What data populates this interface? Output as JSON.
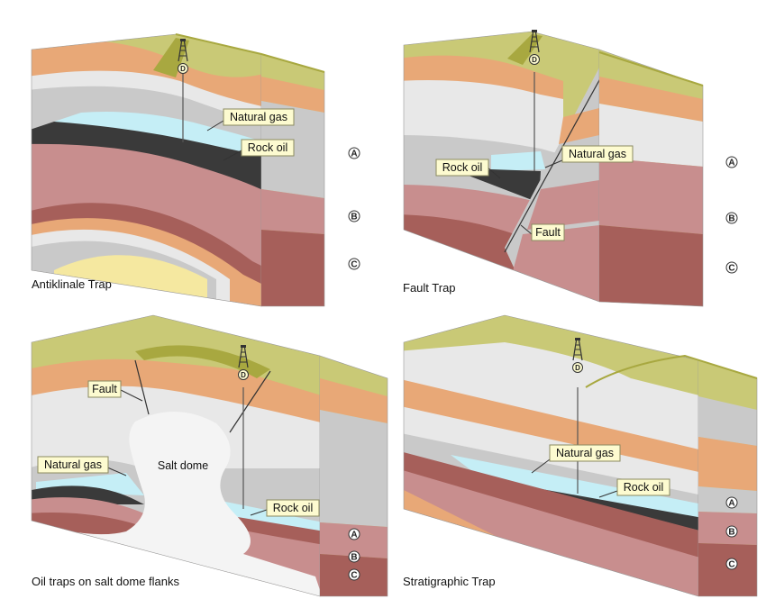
{
  "colors": {
    "surface": "#c9c976",
    "surface_dark": "#a8a840",
    "sandstone": "#e8a877",
    "light_gray": "#e8e8e8",
    "gray": "#c9c9c9",
    "rose": "#c88e8e",
    "dark_rose": "#a65f5a",
    "gas": "#c5eef6",
    "oil": "#3a3a3a",
    "yellow": "#f5e8a0",
    "salt": "#f4f4f4"
  },
  "derrick_letter": "D",
  "layer_labels": {
    "a": "A",
    "b": "B",
    "c": "C"
  },
  "panels": {
    "anticline": {
      "caption": "Antiklinale Trap",
      "natural_gas": "Natural gas",
      "rock_oil": "Rock oil"
    },
    "fault": {
      "caption": "Fault Trap",
      "rock_oil": "Rock oil",
      "natural_gas": "Natural gas",
      "fault": "Fault"
    },
    "salt_dome": {
      "caption": "Oil traps on salt dome flanks",
      "fault": "Fault",
      "natural_gas": "Natural gas",
      "salt_dome": "Salt dome",
      "rock_oil": "Rock oil"
    },
    "stratigraphic": {
      "caption": "Stratigraphic Trap",
      "natural_gas": "Natural gas",
      "rock_oil": "Rock oil"
    }
  }
}
